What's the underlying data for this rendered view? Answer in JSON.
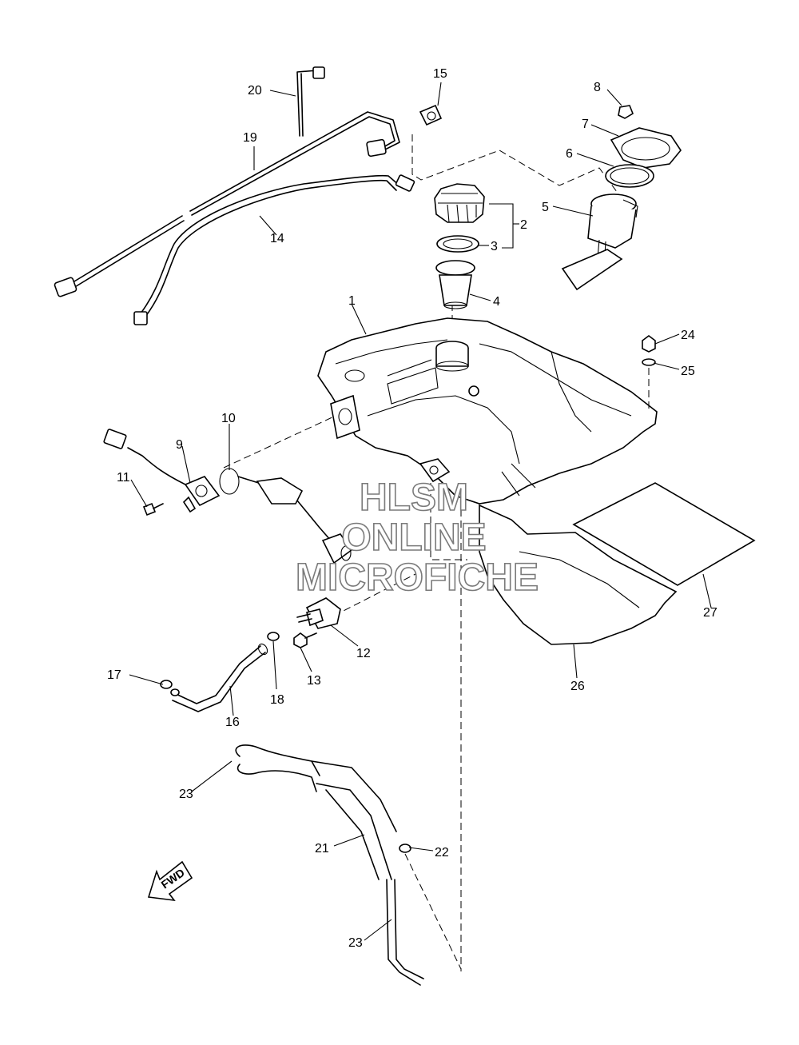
{
  "watermark": {
    "line1": "HLSM",
    "line2": "ONLINE",
    "line3": "MICROFICHE"
  },
  "direction_arrow": "FWD",
  "callouts": [
    "1",
    "2",
    "3",
    "4",
    "5",
    "6",
    "7",
    "8",
    "9",
    "10",
    "11",
    "12",
    "13",
    "14",
    "15",
    "16",
    "17",
    "18",
    "19",
    "20",
    "21",
    "22",
    "23",
    "23",
    "24",
    "25",
    "26",
    "27"
  ]
}
